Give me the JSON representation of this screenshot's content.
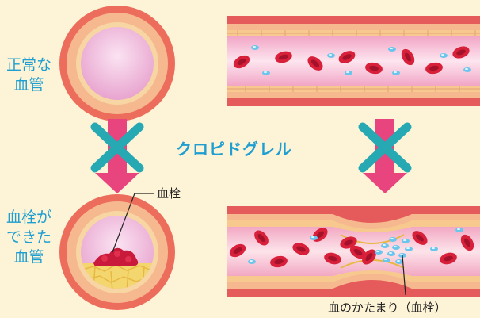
{
  "labels": {
    "normal_vessel": [
      "正常な",
      "血管"
    ],
    "clot_formed": [
      "血栓が",
      "できた",
      "血管"
    ],
    "drug_name": "クロピドグレル",
    "thrombus": "血栓",
    "clot_caption": "血のかたまり（血栓）"
  },
  "colors": {
    "background": "#fdf3d6",
    "text_blue": "#1f9fd1",
    "arrow_pink": "#e8447e",
    "cross_teal": "#27a9b3",
    "vessel_wall": "#e55a5a",
    "vessel_lumen": "#f7c6d8",
    "red_cell": "#d8203a",
    "platelet": "#6cc5ec",
    "plaque": "#f3d37a"
  }
}
